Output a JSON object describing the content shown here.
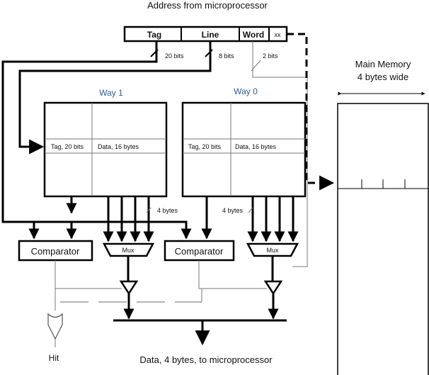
{
  "title": "Address from microprocessor",
  "address": {
    "tag": "Tag",
    "line": "Line",
    "word": "Word",
    "xx": "xx",
    "tag_bits": "20 bits",
    "line_bits": "8 bits",
    "word_bits": "2 bits"
  },
  "ways": [
    {
      "label": "Way 1",
      "tag_col": "Tag, 20 bits",
      "data_col": "Data, 16 bytes",
      "bus_label": "4 bytes"
    },
    {
      "label": "Way 0",
      "tag_col": "Tag, 20 bits",
      "data_col": "Data, 16 bytes",
      "bus_label": "4 bytes"
    }
  ],
  "comparator": "Comparator",
  "mux": "Mux",
  "hit": "Hit",
  "output": "Data, 4 bytes, to microprocessor",
  "memory": {
    "title_line1": "Main Memory",
    "title_line2": "4 bytes wide"
  }
}
